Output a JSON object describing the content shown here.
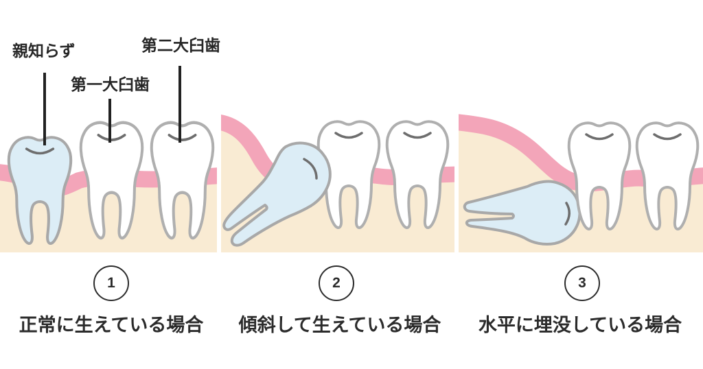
{
  "labels": {
    "wisdom_tooth": "親知らず",
    "first_molar": "第一大臼歯",
    "second_molar": "第二大臼歯"
  },
  "panels": [
    {
      "number": "1",
      "caption": "正常に生えている場合"
    },
    {
      "number": "2",
      "caption": "傾斜して生えている場合"
    },
    {
      "number": "3",
      "caption": "水平に埋没している場合"
    }
  ],
  "colors": {
    "gum_pink": "#f3a5b9",
    "bone_cream": "#f9ebd3",
    "wisdom_blue": "#dcedf6",
    "tooth_white": "#ffffff",
    "tooth_outline": "#afafaf",
    "groove_gray": "#6e6e6e",
    "text_dark": "#262626"
  }
}
